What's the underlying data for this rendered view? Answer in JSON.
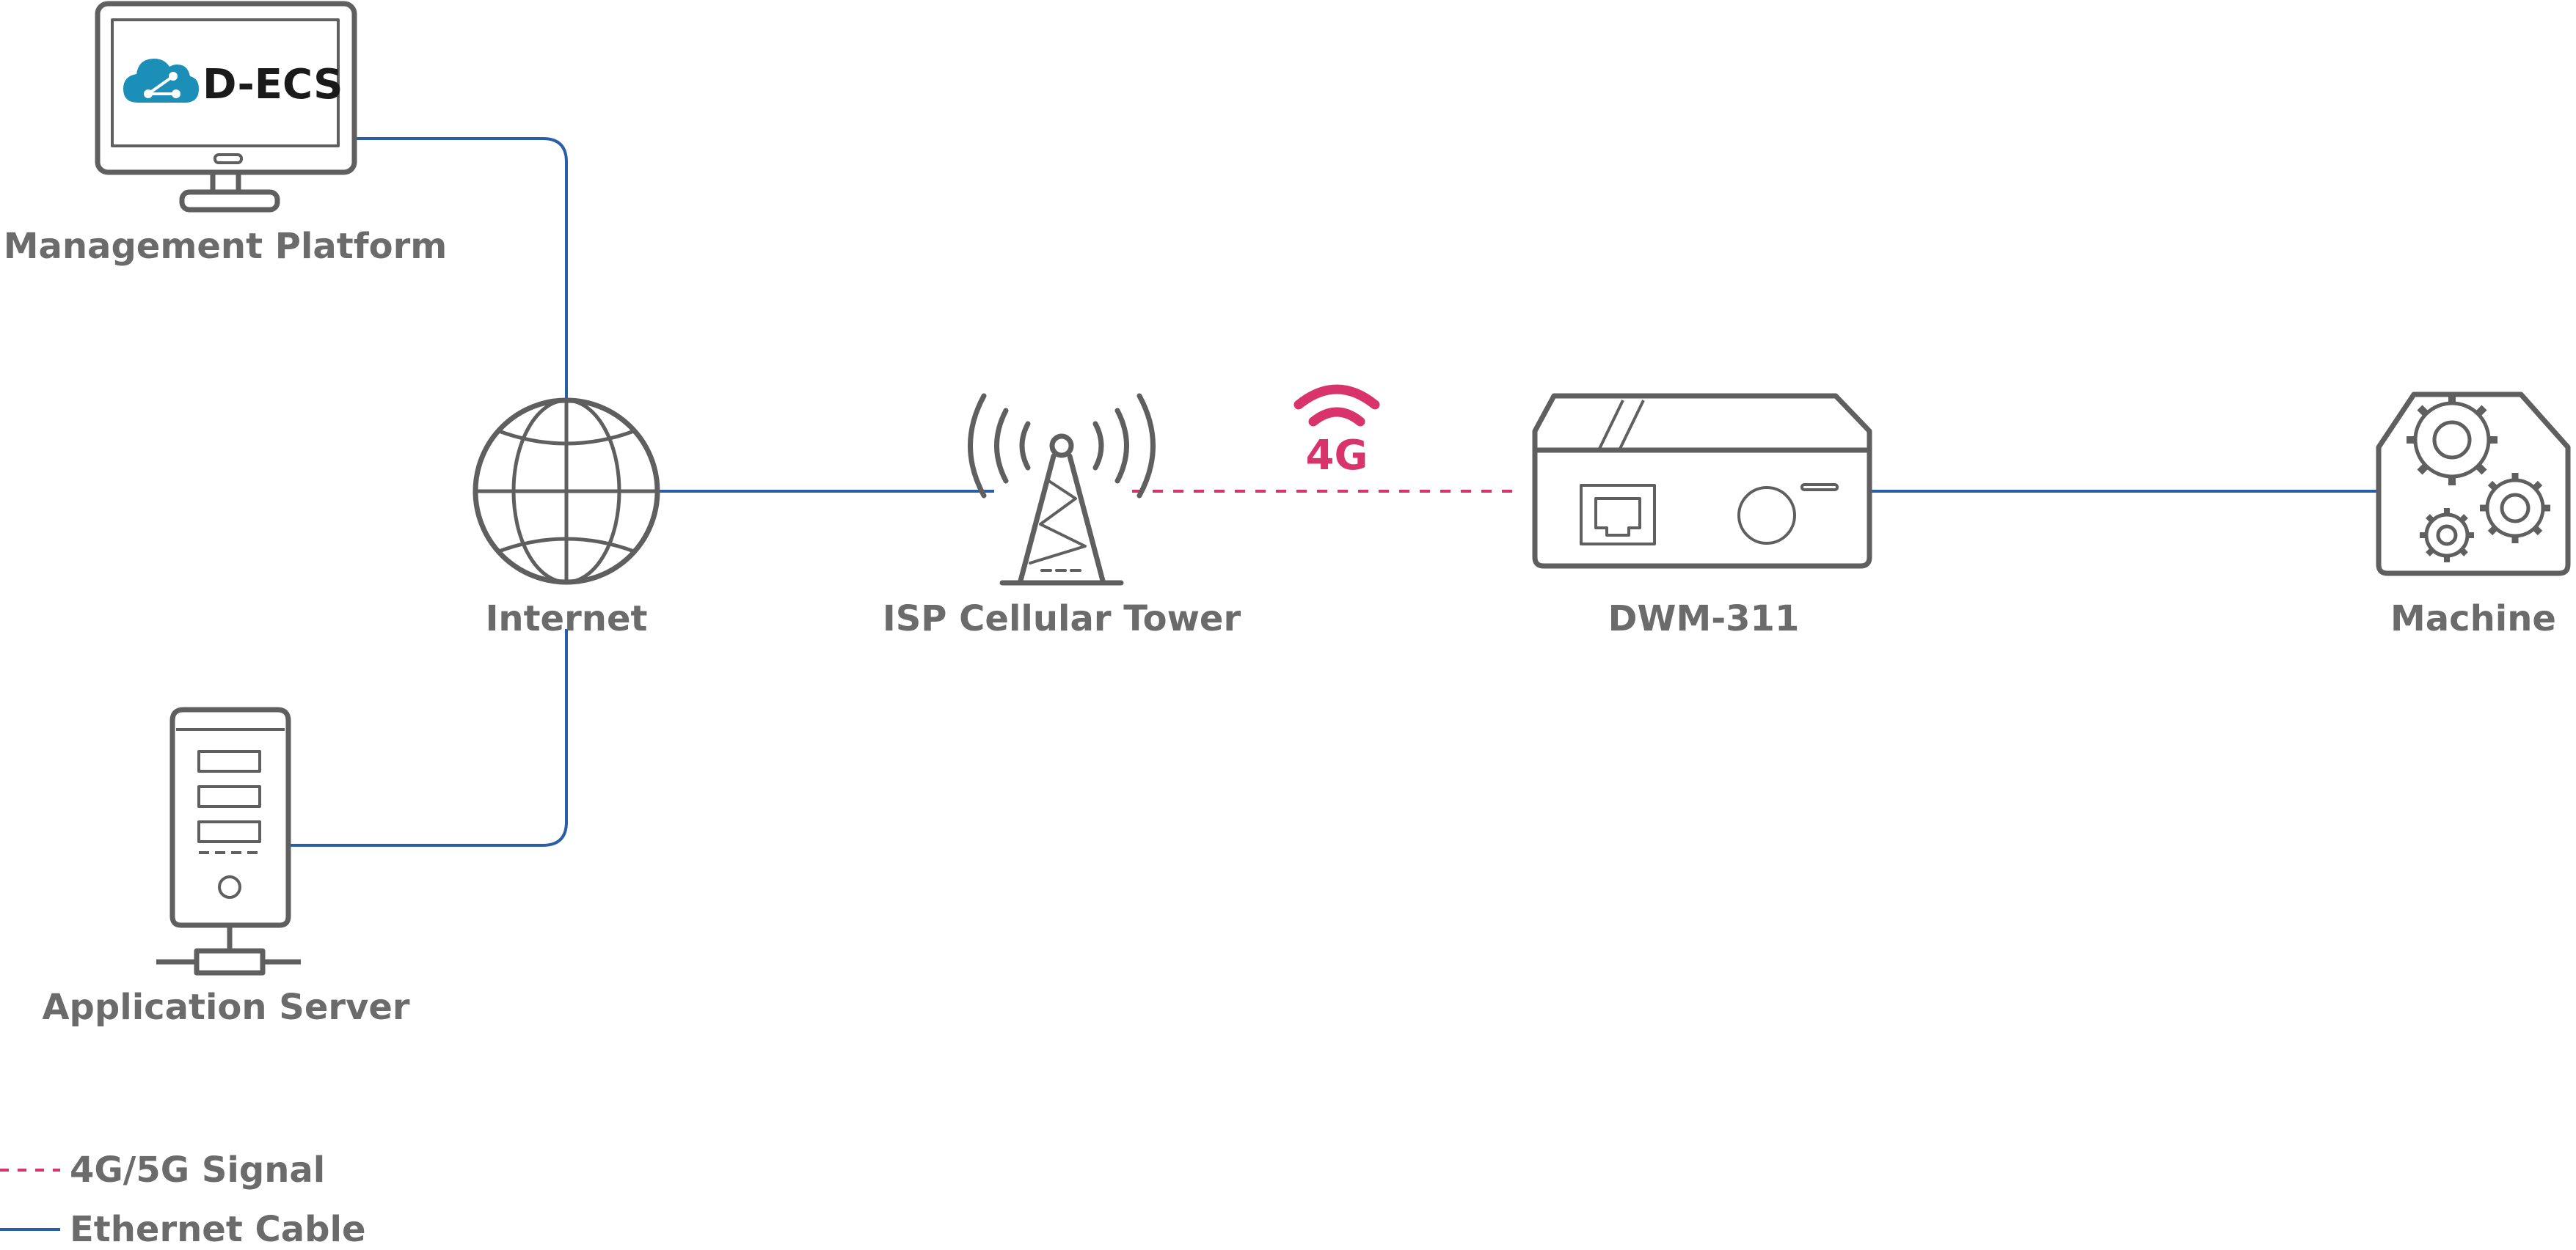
{
  "colors": {
    "ethernet": "#2b5ea8",
    "signal": "#d9336b",
    "icon_stroke": "#5f5f5f",
    "text": "#6b6b6b",
    "logo_cloud": "#1b8fb8",
    "logo_text": "#1a1a1a"
  },
  "nodes": {
    "management_platform": {
      "label": "Management Platform",
      "icon": "monitor-icon",
      "screen_logo_text": "D-ECS",
      "screen_logo_icon": "cloud-share-icon"
    },
    "internet": {
      "label": "Internet",
      "icon": "globe-icon"
    },
    "application_server": {
      "label": "Application Server",
      "icon": "server-icon"
    },
    "isp_cellular_tower": {
      "label": "ISP Cellular Tower",
      "icon": "cell-tower-icon"
    },
    "dwm_311": {
      "label": "DWM-311",
      "icon": "router-box-icon"
    },
    "machine": {
      "label": "Machine",
      "icon": "gears-machine-icon"
    }
  },
  "signal_badge": {
    "text": "4G",
    "icon": "wifi-arc-icon"
  },
  "connections": [
    {
      "from": "management_platform",
      "to": "internet",
      "type": "ethernet"
    },
    {
      "from": "application_server",
      "to": "internet",
      "type": "ethernet"
    },
    {
      "from": "internet",
      "to": "isp_cellular_tower",
      "type": "ethernet"
    },
    {
      "from": "isp_cellular_tower",
      "to": "dwm_311",
      "type": "signal"
    },
    {
      "from": "dwm_311",
      "to": "machine",
      "type": "ethernet"
    }
  ],
  "legend": [
    {
      "label": "4G/5G Signal",
      "type": "signal"
    },
    {
      "label": "Ethernet Cable",
      "type": "ethernet"
    }
  ]
}
